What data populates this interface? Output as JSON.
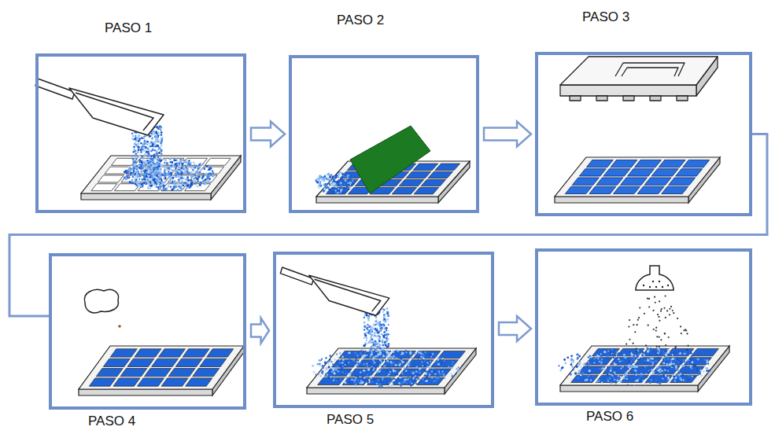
{
  "diagram": {
    "nodes": [
      {
        "text": [
          "PASO 1"
        ]
      },
      {
        "text": [
          "PASO 2"
        ]
      },
      {
        "text": [
          "PASO 3"
        ]
      },
      {
        "text": [
          "PASO 4"
        ]
      },
      {
        "text": [
          "PASO 5"
        ]
      },
      {
        "text": [
          "PASO 6"
        ]
      }
    ],
    "edges": [
      {
        "from": 0,
        "to": 1,
        "arrow": "to"
      },
      {
        "from": 1,
        "to": 2,
        "arrow": "to"
      },
      {
        "from": 2,
        "to": 3,
        "arrow": "none"
      },
      {
        "from": 3,
        "to": 4,
        "arrow": "to"
      },
      {
        "from": 4,
        "to": 5,
        "arrow": "to"
      }
    ]
  }
}
